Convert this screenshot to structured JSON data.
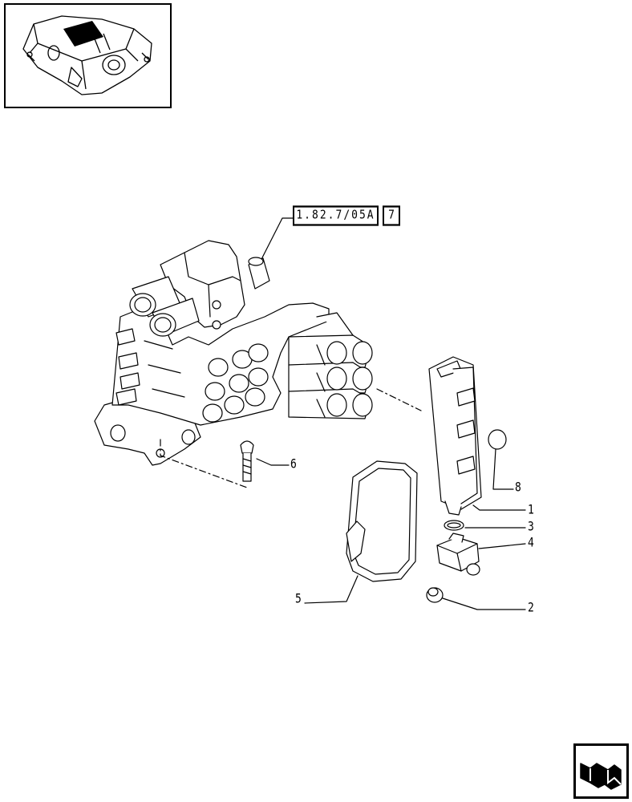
{
  "reference": {
    "code": "1.82.7/05A",
    "page": "7"
  },
  "thumbnail": {
    "label": "assembly-location-thumbnail"
  },
  "parts": [
    {
      "id": "1",
      "name": "solenoid-connector-cover"
    },
    {
      "id": "2",
      "name": "plug"
    },
    {
      "id": "3",
      "name": "o-ring"
    },
    {
      "id": "4",
      "name": "connector-block"
    },
    {
      "id": "5",
      "name": "gasket"
    },
    {
      "id": "6",
      "name": "screw"
    },
    {
      "id": "8",
      "name": "cap"
    }
  ],
  "navigation": {
    "icon": "next-page-arrow-icon"
  }
}
